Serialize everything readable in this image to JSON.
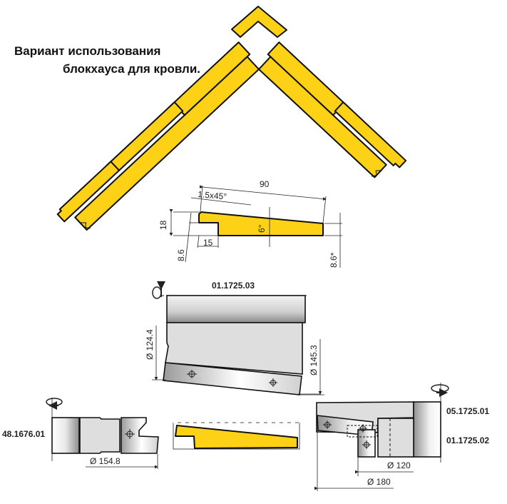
{
  "title": {
    "line1": "Вариант использования",
    "line2": "блокхауса для кровли."
  },
  "profile": {
    "width": "90",
    "chamfer": "1.5x45°",
    "height": "18",
    "tongue_height": "8.6",
    "tongue_width": "15",
    "angle": "6°",
    "edge_thickness": "8.6*"
  },
  "cutter_top": {
    "code": "01.1725.03",
    "diameter_small": "Ø 124.4",
    "diameter_large": "Ø 145.3"
  },
  "cutter_left": {
    "code": "48.1676.01",
    "diameter": "Ø 154.8"
  },
  "cutter_right": {
    "code_top": "05.1725.01",
    "code_bottom": "01.1725.02",
    "diameter_inner": "Ø 120",
    "diameter_outer": "Ø 180"
  },
  "colors": {
    "wood": "#fcd116",
    "steel": "#d9d9d9"
  }
}
